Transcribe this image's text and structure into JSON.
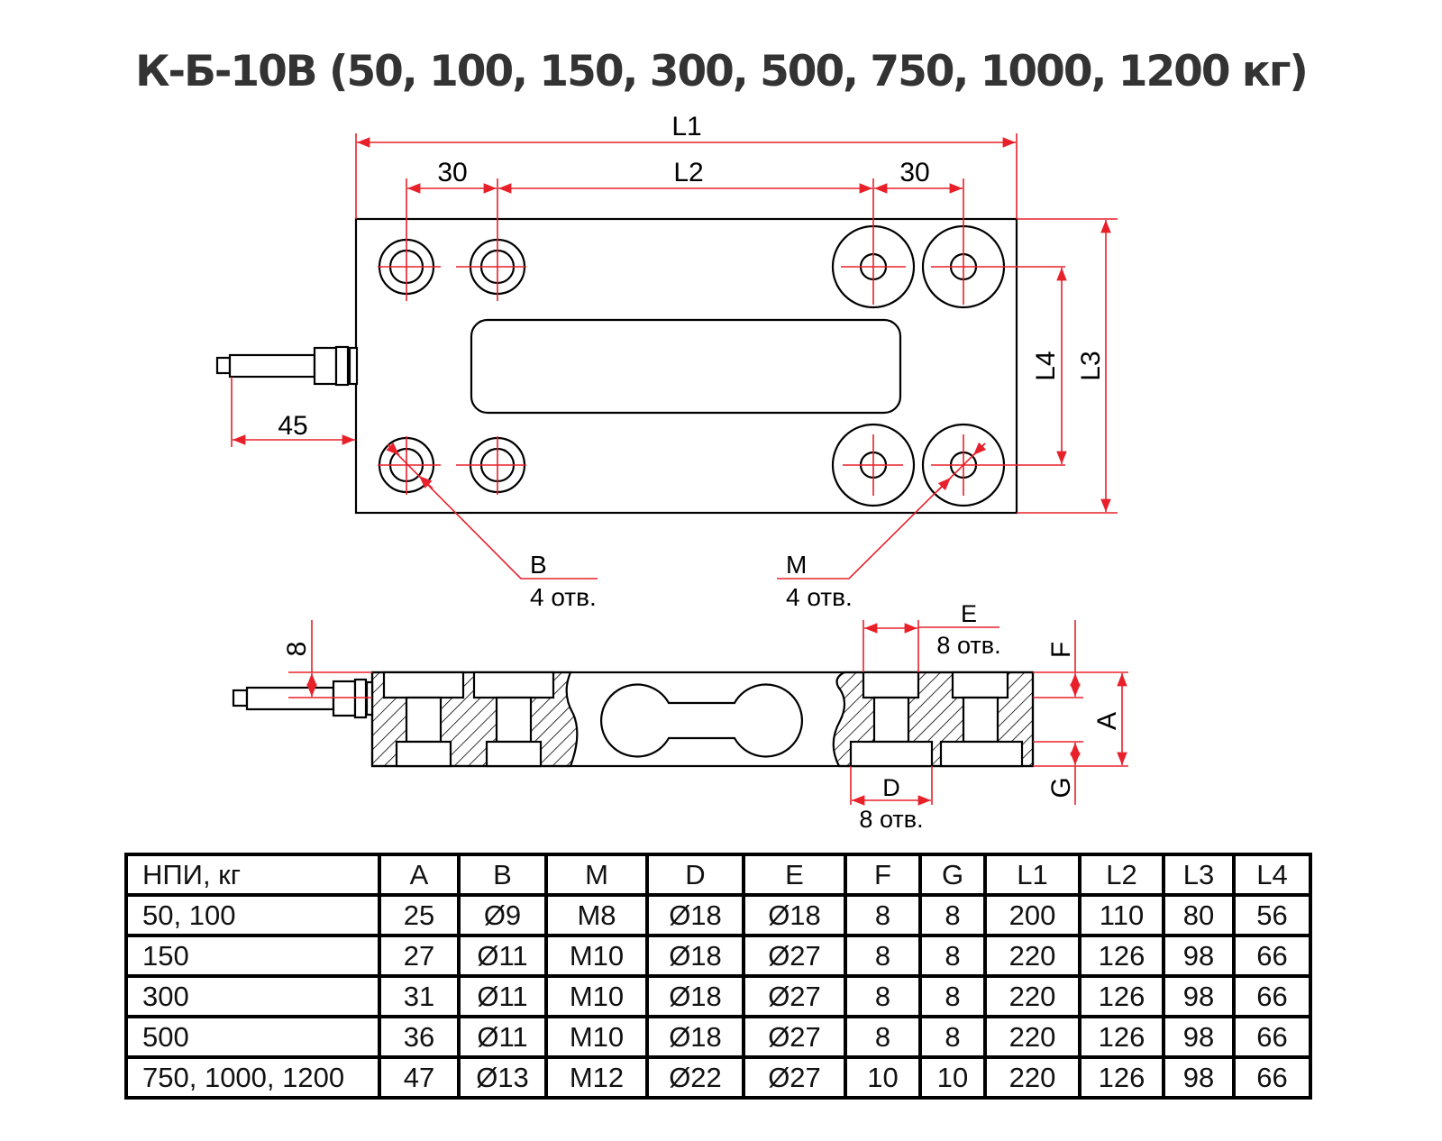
{
  "title": "К-Б-10В (50, 100, 150, 300, 500, 750, 1000, 1200 кг)",
  "top_view": {
    "dim_labels": {
      "overall_length": "L1",
      "hole_spacing_left": "30",
      "inner_spacing": "L2",
      "hole_spacing_right": "30",
      "cable_offset": "45",
      "inner_width": "L4",
      "overall_width": "L3"
    },
    "callouts": [
      {
        "label": "B",
        "note": "4 отв."
      },
      {
        "label": "M",
        "note": "4 отв."
      }
    ]
  },
  "side_view": {
    "dim_labels": {
      "cable_height": "8",
      "counterbore_top": "E",
      "counterbore_top_note": "8 отв.",
      "counterbore_bottom": "D",
      "counterbore_bottom_note": "8 отв.",
      "top_depth": "F",
      "height": "A",
      "bottom_depth": "G"
    }
  },
  "table": {
    "headers": [
      "НПИ, кг",
      "A",
      "B",
      "M",
      "D",
      "E",
      "F",
      "G",
      "L1",
      "L2",
      "L3",
      "L4"
    ],
    "rows": [
      [
        "50, 100",
        "25",
        "Ø9",
        "M8",
        "Ø18",
        "Ø18",
        "8",
        "8",
        "200",
        "110",
        "80",
        "56"
      ],
      [
        "150",
        "27",
        "Ø11",
        "M10",
        "Ø18",
        "Ø27",
        "8",
        "8",
        "220",
        "126",
        "98",
        "66"
      ],
      [
        "300",
        "31",
        "Ø11",
        "M10",
        "Ø18",
        "Ø27",
        "8",
        "8",
        "220",
        "126",
        "98",
        "66"
      ],
      [
        "500",
        "36",
        "Ø11",
        "M10",
        "Ø18",
        "Ø27",
        "8",
        "8",
        "220",
        "126",
        "98",
        "66"
      ],
      [
        "750, 1000, 1200",
        "47",
        "Ø13",
        "M12",
        "Ø22",
        "Ø27",
        "10",
        "10",
        "220",
        "126",
        "98",
        "66"
      ]
    ]
  },
  "colors": {
    "dimension_lines": "#e8202a",
    "outline": "#000000",
    "title": "#333333"
  }
}
